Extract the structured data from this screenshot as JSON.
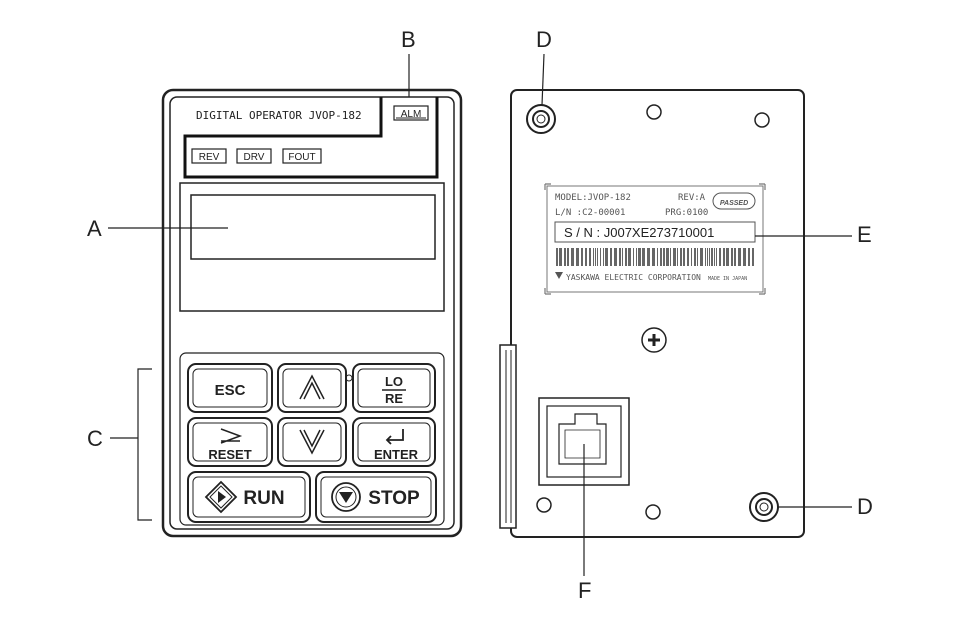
{
  "callouts": {
    "a": "A",
    "b": "B",
    "c": "C",
    "d_top": "D",
    "d_bottom": "D",
    "e": "E",
    "f": "F"
  },
  "front": {
    "title": "DIGITAL OPERATOR JVOP-182",
    "indicators": {
      "alm": "ALM",
      "rev": "REV",
      "drv": "DRV",
      "fout": "FOUT"
    },
    "keys": {
      "esc": "ESC",
      "lo": "LO",
      "re": "RE",
      "reset": "RESET",
      "enter": "ENTER",
      "run": "RUN",
      "stop": "STOP"
    }
  },
  "back": {
    "label": {
      "model": "MODEL:JVOP-182",
      "rev": "REV:A",
      "ln": "L/N  :C2-00001",
      "prg": "PRG:0100",
      "badge": "PASSED",
      "serial": "S / N  : J007XE273710001",
      "company": "YASKAWA ELECTRIC CORPORATION",
      "made_in": "MADE IN JAPAN"
    }
  }
}
